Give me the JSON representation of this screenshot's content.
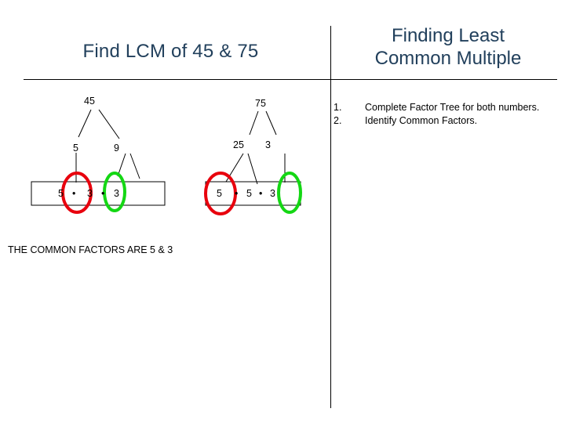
{
  "slide": {
    "title_left": "Find LCM of 45 & 75",
    "title_right_line1": "Finding Least",
    "title_right_line2": "Common Multiple",
    "title_color": "#22405C"
  },
  "steps": [
    {
      "number": "1.",
      "text": "Complete Factor Tree for both numbers."
    },
    {
      "number": "2.",
      "text": "Identify Common Factors."
    }
  ],
  "tree_45": {
    "root": "45",
    "left_child": "5",
    "right_child": "9",
    "box_terms": [
      "5",
      "•",
      "3",
      "•",
      "3"
    ],
    "t1": "5",
    "t2": "•",
    "t3": "3",
    "t4": "•",
    "t5": "3"
  },
  "tree_75": {
    "root": "75",
    "left_child": "25",
    "right_child": "3",
    "box_terms": [
      "5",
      "•",
      "5",
      "•",
      "3"
    ],
    "t1": "5",
    "t2": "•",
    "t3": "5",
    "t4": "•",
    "t5": "3"
  },
  "annotations": {
    "common_factors_note": "THE COMMON FACTORS ARE 5 & 3",
    "circle_red_color": "#E8000D",
    "circle_green_color": "#14D714"
  }
}
